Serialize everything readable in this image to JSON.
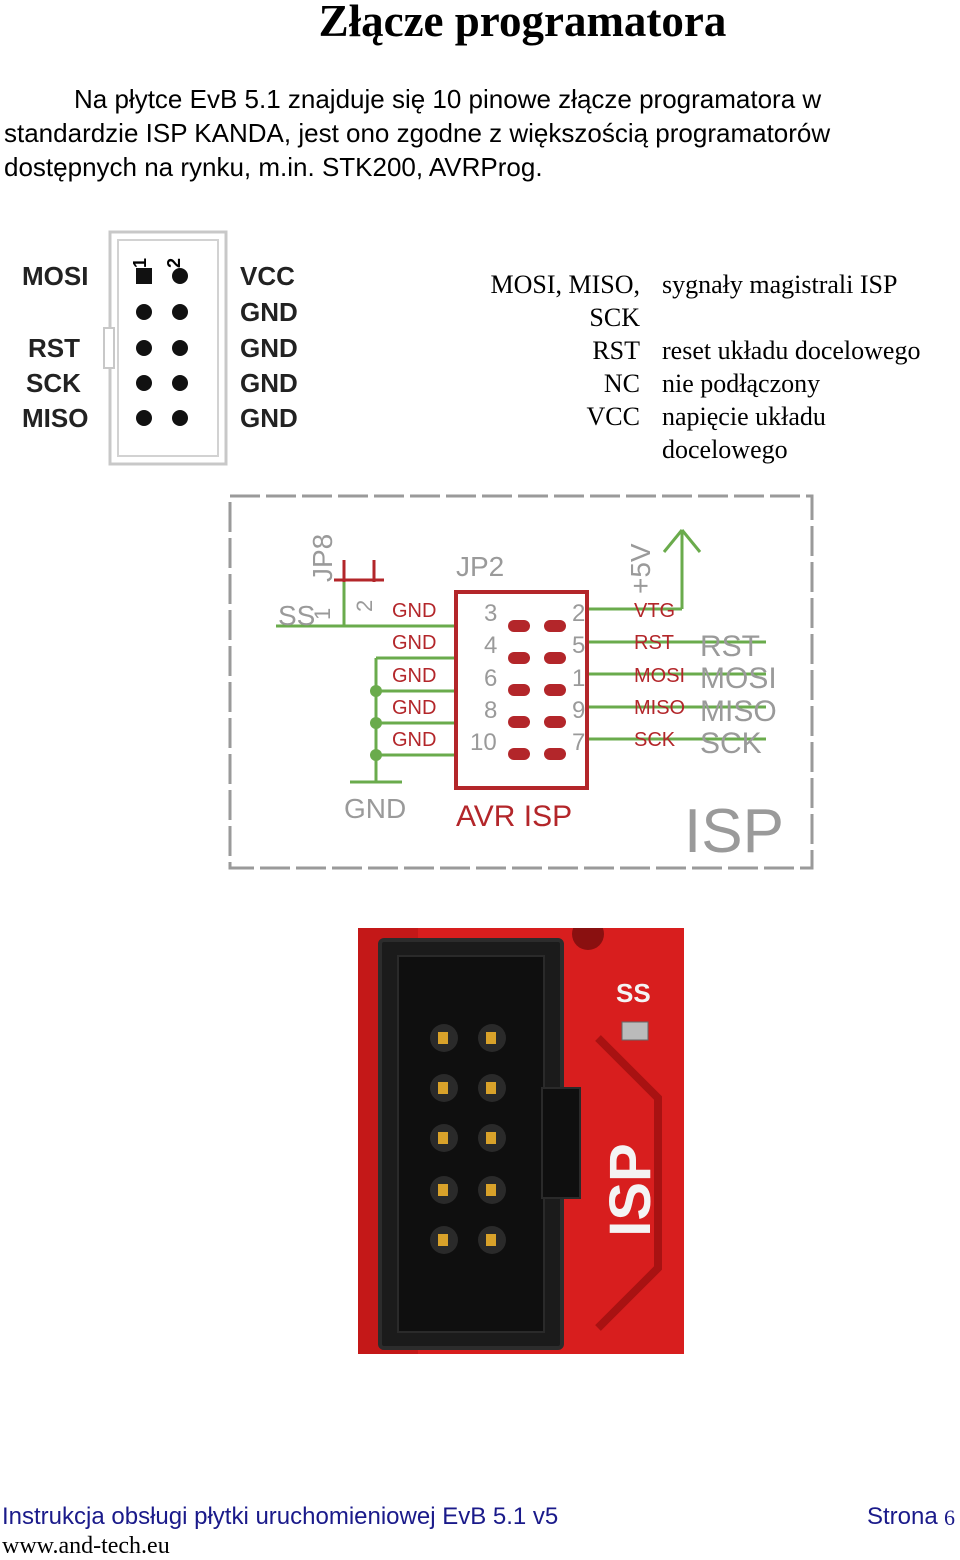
{
  "title": "Złącze programatora",
  "paragraph": {
    "line1": "Na płytce EvB 5.1 znajduje się 10 pinowe złącze programatora w",
    "line2": "standardzie ISP KANDA, jest ono zgodne z większością programatorów",
    "line3": "dostępnych na rynku, m.in. STK200, AVRProg."
  },
  "pinout": {
    "left_labels": [
      "MOSI",
      "RST",
      "SCK",
      "MISO"
    ],
    "right_labels": [
      "VCC",
      "GND",
      "GND",
      "GND",
      "GND"
    ],
    "pin_numbers": [
      "1",
      "2"
    ]
  },
  "legend": [
    {
      "k1": "MOSI, MISO,",
      "k2": "SCK",
      "v1": "sygnały magistrali ISP",
      "v2": ""
    },
    {
      "k1": "RST",
      "k2": "",
      "v1": "reset układu docelowego",
      "v2": ""
    },
    {
      "k1": "NC",
      "k2": "",
      "v1": "nie podłączony",
      "v2": ""
    },
    {
      "k1": "VCC",
      "k2": "",
      "v1": "napięcie układu",
      "v2": "docelowego"
    }
  ],
  "schematic": {
    "jp8": "JP8",
    "jp8_pin1": "1",
    "jp8_pin2": "2",
    "ss": "SS",
    "jp2": "JP2",
    "plus5v": "+5V",
    "gnd_labels": [
      "GND",
      "GND",
      "GND",
      "GND",
      "GND"
    ],
    "left_pins": [
      "3",
      "4",
      "6",
      "8",
      "10"
    ],
    "right_pins": [
      "2",
      "5",
      "1",
      "9",
      "7"
    ],
    "signal_labels": [
      "VTG",
      "RST",
      "MOSI",
      "MISO",
      "SCK"
    ],
    "net_labels": [
      "RST",
      "MOSI",
      "MISO",
      "SCK"
    ],
    "gnd_symbol": "GND",
    "avr_isp": "AVR ISP",
    "isp": "ISP"
  },
  "photo": {
    "ss_label": "SS",
    "isp_label": "ISP"
  },
  "footer": {
    "left": "Instrukcja obsługi płytki uruchomieniowej EvB 5.1 v5",
    "right": "Strona",
    "page": "6",
    "url": "www.and-tech.eu"
  },
  "colors": {
    "pcb_red": "#d81e1e",
    "schematic_green": "#6aab4c",
    "schematic_gray": "#9a9a9a",
    "schematic_red": "#b3262a"
  }
}
